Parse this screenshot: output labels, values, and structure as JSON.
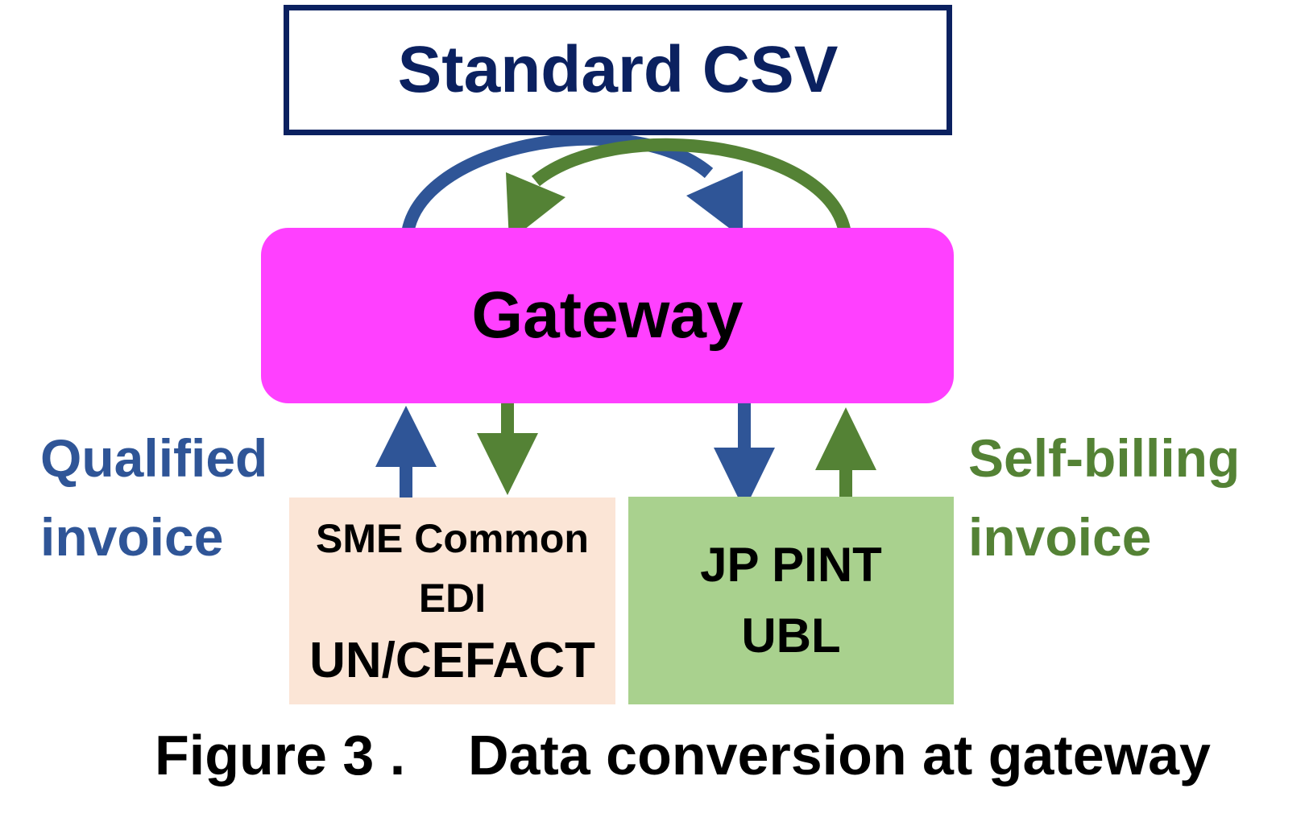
{
  "colors": {
    "csv_border": "#0b2160",
    "csv_text": "#0b2160",
    "gateway_fill": "#ff40ff",
    "edi_fill": "#fbe5d6",
    "pint_fill": "#a9d18e",
    "qualified_blue": "#2f5597",
    "selfbilling_green": "#548235"
  },
  "diagram": {
    "standard_csv": "Standard CSV",
    "gateway": "Gateway",
    "edi_box": {
      "line1": "SME Common",
      "line2": "EDI",
      "line3": "UN/CEFACT"
    },
    "pint_box": {
      "line1": "JP PINT",
      "line2": "UBL"
    },
    "qualified_label": {
      "line1": "Qualified",
      "line2": "invoice"
    },
    "selfbilling_label": {
      "line1": "Self-billing",
      "line2": "invoice"
    }
  },
  "caption": "Figure 3 .    Data conversion at gateway"
}
